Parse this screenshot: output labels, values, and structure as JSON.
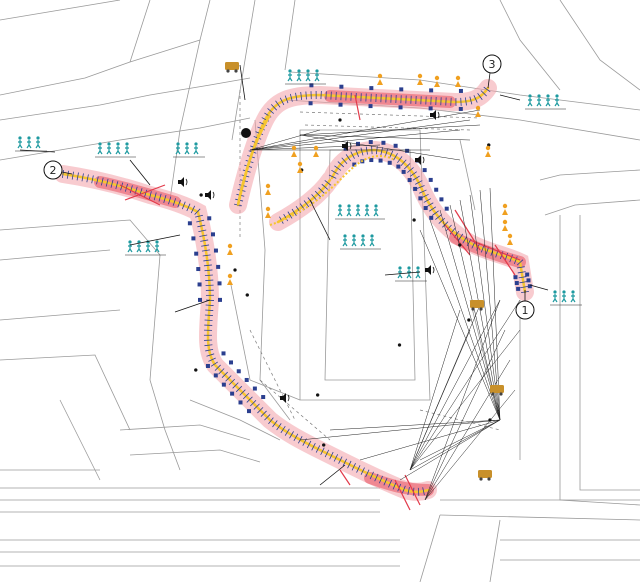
{
  "markers": [
    {
      "id": "1",
      "label": "1"
    },
    {
      "id": "2",
      "label": "2"
    },
    {
      "id": "3",
      "label": "3"
    }
  ],
  "colors": {
    "route_glow": "#f2a0a8",
    "route_core": "#f6c530",
    "route_ticks": "#2b3f8f",
    "hot_spot": "#e23a4a",
    "teal_icon": "#1e9aa0",
    "orange_icon": "#f0a020",
    "sight_lines": "#222222",
    "street_lines": "#9a9a9a"
  },
  "icons": {
    "teal": "pedestrian-activity-icon",
    "orange": "sound-event-icon",
    "speaker": "speaker-icon",
    "vehicle": "vehicle-icon"
  }
}
